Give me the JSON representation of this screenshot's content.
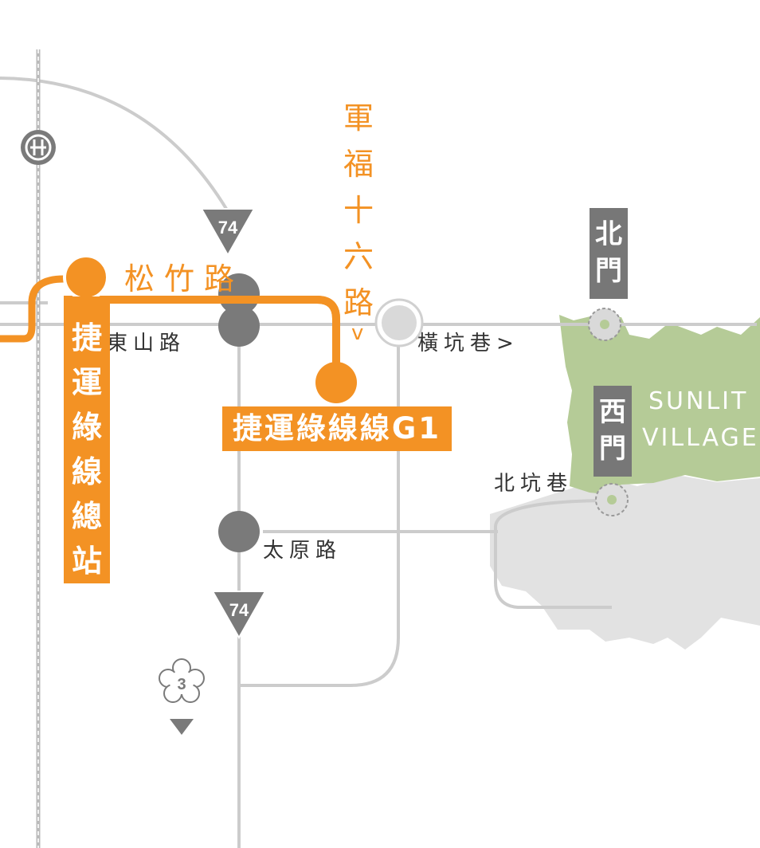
{
  "map": {
    "colors": {
      "road": "#cccccc",
      "metro": "#f39224",
      "station_gray": "#7a7a7a",
      "park_green": "#b5cb97",
      "area_gray": "#e2e2e2",
      "gate_box": "#777777"
    },
    "roads": {
      "songzhu": "松竹路",
      "dongshan": "東山路",
      "taiyuan": "太原路",
      "junfu16": "軍福十六路",
      "junfu16_arrow": "v",
      "henggeng": "橫坑巷>",
      "beikeng": "北坑巷"
    },
    "stations": {
      "main": "捷運綠線總站",
      "g1": "捷運綠線線G1"
    },
    "shields": {
      "highway_top": "74",
      "highway_bottom": "74",
      "county_route": "3"
    },
    "gates": {
      "north": "北門",
      "west": "西門"
    },
    "village": {
      "line1": "SUNLIT",
      "line2": "VILLAGE"
    },
    "icons": {
      "rail": "hsr-rail-icon",
      "county": "plum-route-shield-icon"
    }
  }
}
